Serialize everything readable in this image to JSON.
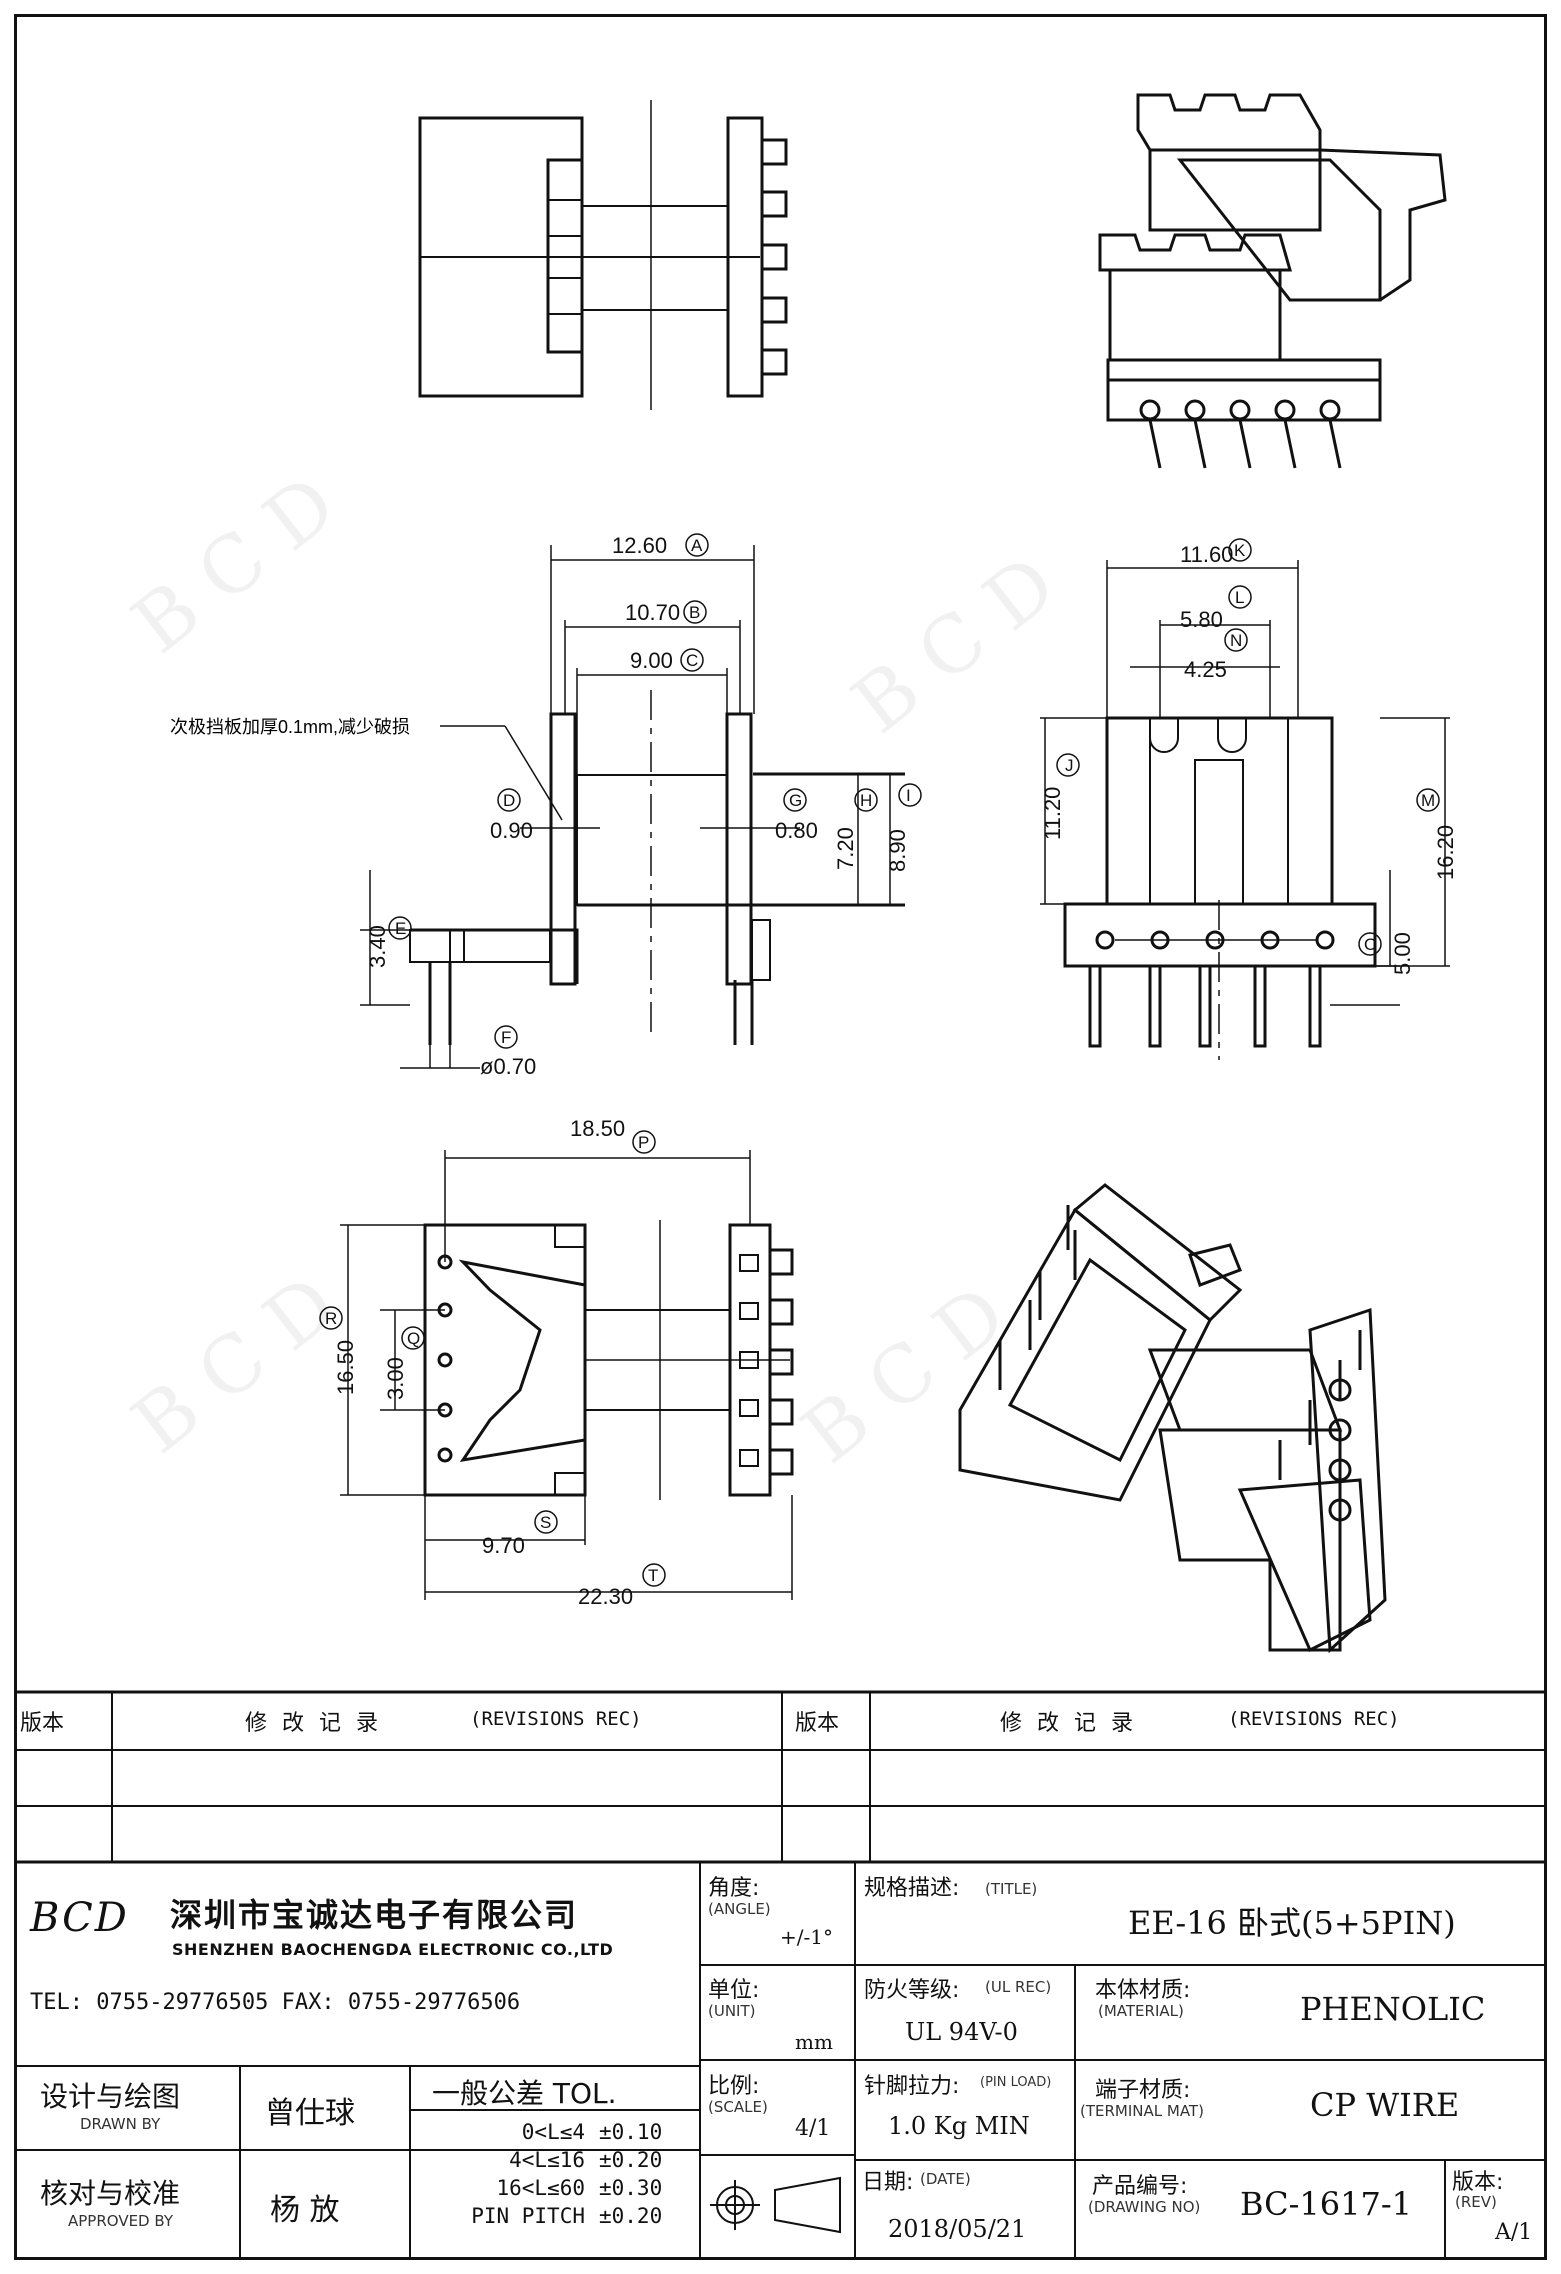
{
  "drawing": {
    "note": "次极挡板加厚0.1mm,减少破损",
    "side_view": {
      "A": {
        "letter": "A",
        "value": "12.60"
      },
      "B": {
        "letter": "B",
        "value": "10.70"
      },
      "C": {
        "letter": "C",
        "value": "9.00"
      },
      "D": {
        "letter": "D",
        "value": "0.90"
      },
      "E": {
        "letter": "E",
        "value": "3.40"
      },
      "F": {
        "letter": "F",
        "value": "ø0.70"
      },
      "G": {
        "letter": "G",
        "value": "0.80"
      },
      "H": {
        "letter": "H",
        "value": "7.20"
      },
      "I": {
        "letter": "I",
        "value": "8.90"
      }
    },
    "front_view": {
      "J": {
        "letter": "J",
        "value": "11.20"
      },
      "K": {
        "letter": "K",
        "value": "11.60"
      },
      "L": {
        "letter": "L",
        "value": "5.80"
      },
      "M": {
        "letter": "M",
        "value": "16.20"
      },
      "N": {
        "letter": "N",
        "value": "4.25"
      },
      "O": {
        "letter": "O",
        "value": "5.00"
      }
    },
    "bottom_view": {
      "P": {
        "letter": "P",
        "value": "18.50"
      },
      "Q": {
        "letter": "Q",
        "value": "3.00"
      },
      "R": {
        "letter": "R",
        "value": "16.50"
      },
      "S": {
        "letter": "S",
        "value": "9.70"
      },
      "T": {
        "letter": "T",
        "value": "22.30"
      }
    }
  },
  "revisions": {
    "version_label": "版本",
    "record_label": "修 改 记 录",
    "record_label_en": "(REVISIONS REC)"
  },
  "company": {
    "logo_text": "BCD",
    "name_cn": "深圳市宝诚达电子有限公司",
    "name_en": "SHENZHEN BAOCHENGDA ELECTRONIC CO.,LTD",
    "tel_fax": "TEL: 0755-29776505  FAX: 0755-29776506"
  },
  "title_block": {
    "angle_label": "角度:",
    "angle_en": "(ANGLE)",
    "angle_value": "+/-1°",
    "title_label": "规格描述:",
    "title_en": "(TITLE)",
    "title_value": "EE-16 卧式(5+5PIN)",
    "unit_label": "单位:",
    "unit_en": "(UNIT)",
    "unit_value": "mm",
    "ul_label": "防火等级:",
    "ul_en": "(UL REC)",
    "ul_value": "UL 94V-0",
    "material_label": "本体材质:",
    "material_en": "(MATERIAL)",
    "material_value": "PHENOLIC",
    "designer_label": "设计与绘图",
    "designer_en": "DRAWN BY",
    "designer_name": "曾仕球",
    "approver_label": "核对与校准",
    "approver_en": "APPROVED BY",
    "approver_name": "杨 放",
    "tol_title": "一般公差 TOL.",
    "tol_rows": [
      {
        "range": "0<L≤4",
        "tol": "±0.10"
      },
      {
        "range": "4<L≤16",
        "tol": "±0.20"
      },
      {
        "range": "16<L≤60",
        "tol": "±0.30"
      },
      {
        "range": "PIN PITCH",
        "tol": "±0.20"
      }
    ],
    "scale_label": "比例:",
    "scale_en": "(SCALE)",
    "scale_value": "4/1",
    "pinload_label": "针脚拉力:",
    "pinload_en": "(PIN LOAD)",
    "pinload_value": "1.0 Kg MIN",
    "terminal_label": "端子材质:",
    "terminal_en": "(TERMINAL MAT)",
    "terminal_value": "CP WIRE",
    "date_label": "日期:",
    "date_en": "(DATE)",
    "date_value": "2018/05/21",
    "drawing_no_label": "产品编号:",
    "drawing_no_en": "(DRAWING NO)",
    "drawing_no_value": "BC-1617-1",
    "rev_label": "版本:",
    "rev_en": "(REV)",
    "rev_value": "A/1"
  }
}
